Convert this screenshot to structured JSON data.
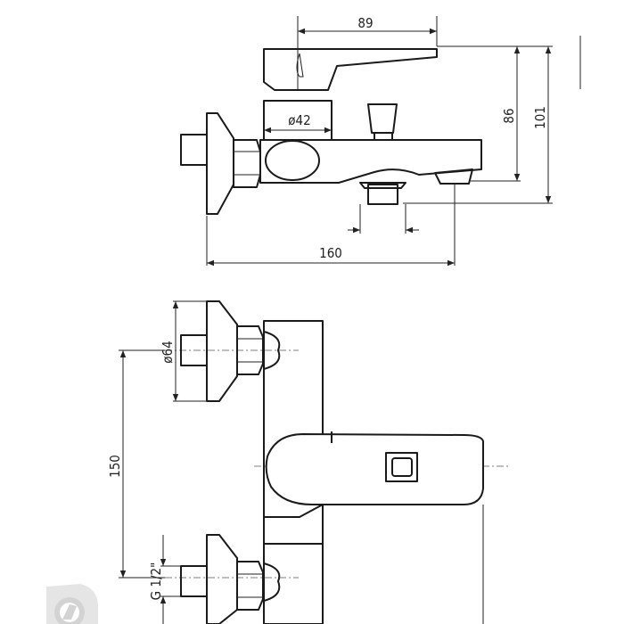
{
  "drawing": {
    "top_view": {
      "dim_handle_length": "89",
      "dim_body_diameter": "ø42",
      "dim_height_spout": "86",
      "dim_height_total": "101",
      "dim_total_length": "160"
    },
    "front_view": {
      "dim_escutcheon_diameter": "ø64",
      "dim_center_distance": "150",
      "dim_thread": "G 1/2\""
    }
  },
  "colors": {
    "line": "#1a1a1a",
    "background": "#ffffff",
    "watermark": "#d8d8d8"
  },
  "icons": [
    "brand-logo-watermark"
  ]
}
